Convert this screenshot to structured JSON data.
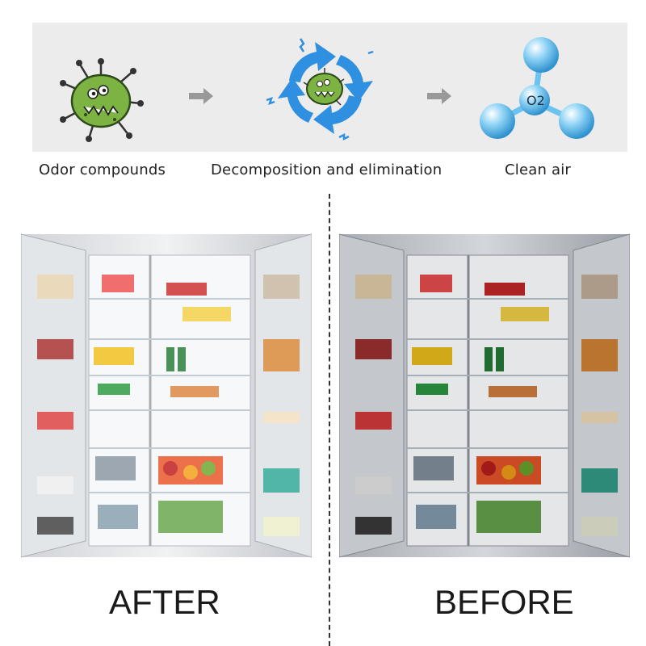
{
  "process": {
    "step1_label": "Odor compounds",
    "step2_label": "Decomposition and elimination",
    "step3_label": "Clean air",
    "molecule_label": "O2"
  },
  "comparison": {
    "left_label": "AFTER",
    "right_label": "BEFORE"
  },
  "icons": {
    "germ": "germ-icon",
    "cycle": "recycle-arrows-icon",
    "molecule": "oxygen-molecule-icon",
    "arrow": "arrow-right-icon"
  },
  "colors": {
    "germ_green": "#7cb342",
    "cycle_blue": "#2f8fe0",
    "molecule_blue": "#6cc3ef",
    "banner_bg": "#ececec"
  }
}
